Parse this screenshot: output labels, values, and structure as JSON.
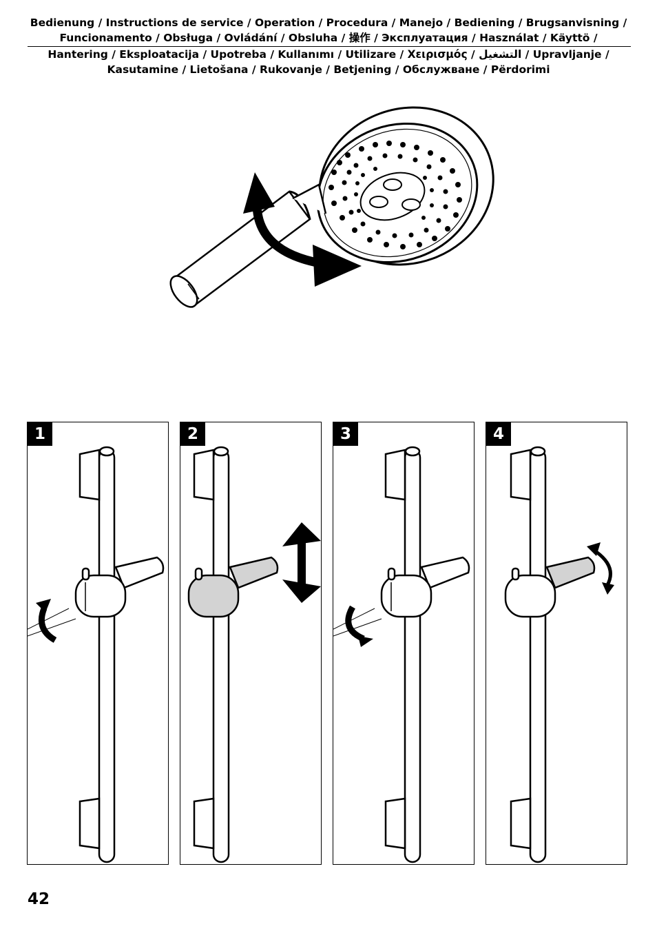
{
  "header": {
    "line1": "Bedienung / Instructions de service / Operation / Procedura / Manejo / Bediening / Brugsanvisning /",
    "line2": "Funcionamento / Obsługa / Ovládání / Obsluha / 操作 / Эксплуатация / Használat / Käyttö /",
    "line3": "Hantering / Eksploatacija / Upotreba / Kullanımı / Utilizare / Χειρισμός / التشغيل / Upravljanje /",
    "line4": "Kasutamine / Lietošana / Rukovanje / Betjening / Обслужване / Përdorimi"
  },
  "steps": [
    {
      "number": "1"
    },
    {
      "number": "2"
    },
    {
      "number": "3"
    },
    {
      "number": "4"
    }
  ],
  "page_number": "42"
}
